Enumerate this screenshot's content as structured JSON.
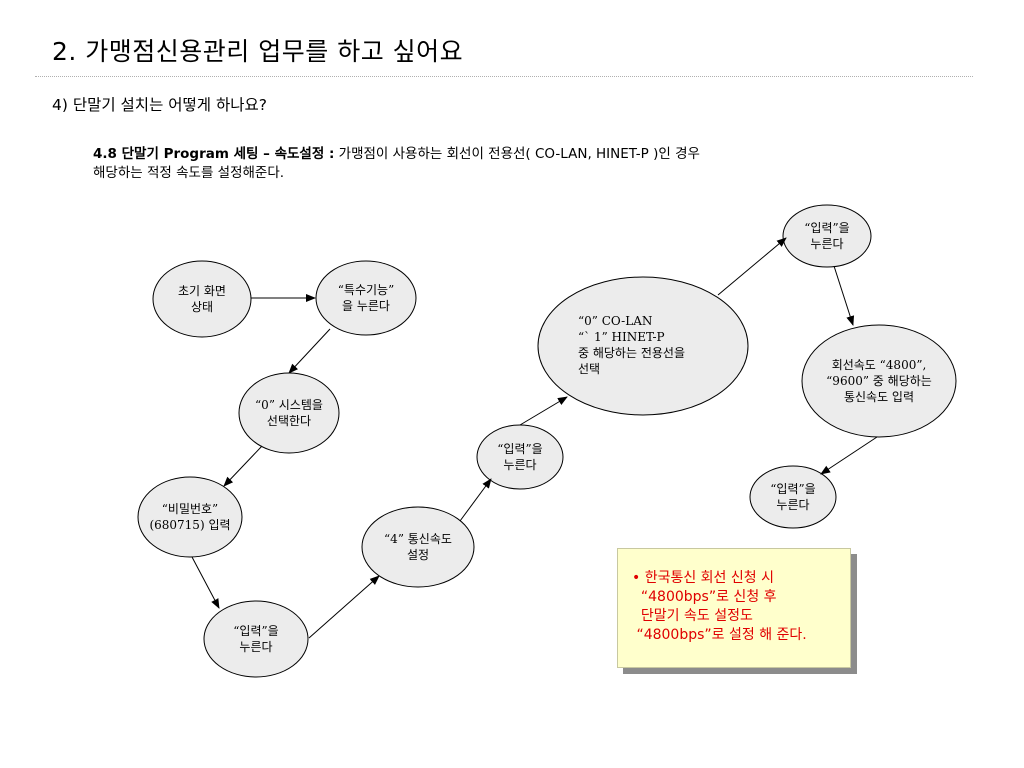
{
  "header": {
    "title": "2. 가맹점신용관리 업무를 하고 싶어요",
    "subtitle": "4) 단말기 설치는 어떻게 하나요?"
  },
  "description": {
    "bold": "4.8 단말기 Program 세팅 – 속도설정 :",
    "line1": " 가맹점이 사용하는 회선이 전용선( CO-LAN, HINET-P )인 경우",
    "line2": "해당하는 적정 속도를 설정해준다."
  },
  "nodes": {
    "initial": "초기 화면\n상태",
    "special": "“특수기능”\n을 누른다",
    "system0": "“0” 시스템을\n선택한다",
    "password": "“비밀번호”\n(680715) 입력",
    "enter1": "“입력”을\n누른다",
    "speed4": "“4” 통신속도\n설정",
    "enter2": "“입력”을\n누른다",
    "lineSelect": "“0” CO-LAN\n“` 1” HINET-P\n 중 해당하는 전용선을\n선택",
    "enter3": "“입력”을\n누른다",
    "speedInput": "회선속도 “4800”,\n“9600” 중 해당하는\n통신속도 입력",
    "enter4": "“입력”을\n누른다"
  },
  "note": {
    "text": "• 한국통신 회선 신청 시\n  “4800bps”로 신청 후\n  단말기 속도 설정도\n “4800bps”로 설정 해 준다."
  }
}
